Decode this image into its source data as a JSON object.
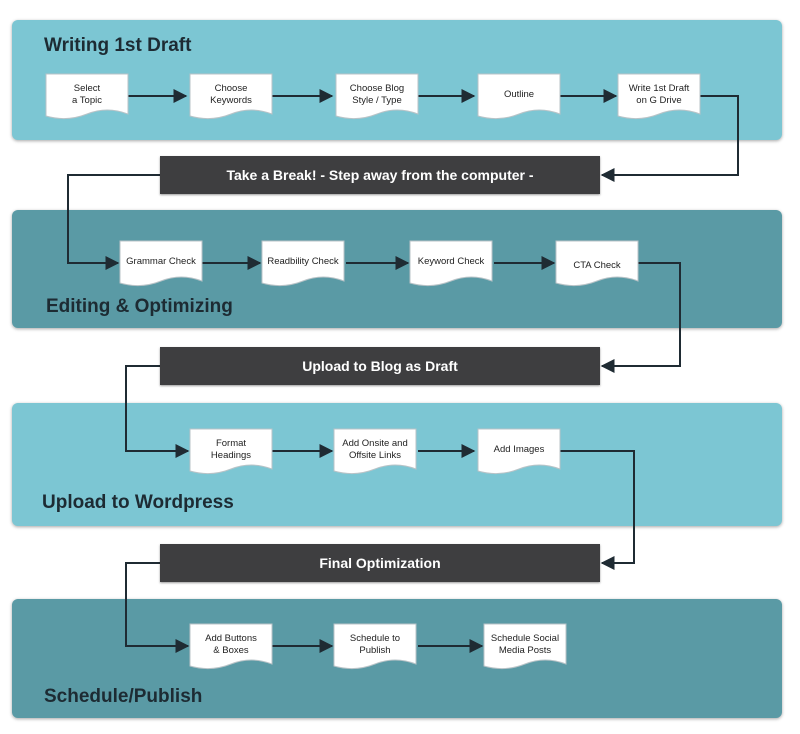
{
  "colors": {
    "lane_light": "#7cc6d3",
    "lane_dark": "#5a9aa5",
    "bar": "#3e3e40",
    "arrow": "#1f2b33",
    "doc_fill": "#ffffff"
  },
  "lanes": [
    {
      "title": "Writing 1st Draft",
      "steps": [
        "Select\na Topic",
        "Choose\nKeywords",
        "Choose Blog\nStyle / Type",
        "Outline",
        "Write 1st Draft\non G Drive"
      ]
    },
    {
      "title": "Editing & Optimizing",
      "steps": [
        "Grammar Check",
        "Readbility Check",
        "Keyword Check",
        "CTA Check"
      ]
    },
    {
      "title": "Upload to Wordpress",
      "steps": [
        "Format\nHeadings",
        "Add Onsite and\nOffsite Links",
        "Add Images"
      ]
    },
    {
      "title": "Schedule/Publish",
      "steps": [
        "Add Buttons\n& Boxes",
        "Schedule to\nPublish",
        "Schedule Social\nMedia Posts"
      ]
    }
  ],
  "transitions": [
    "Take a Break! - Step away from the computer -",
    "Upload to Blog as Draft",
    "Final Optimization"
  ],
  "icons": {
    "step_shape": "document-icon",
    "connector": "arrow-icon"
  }
}
